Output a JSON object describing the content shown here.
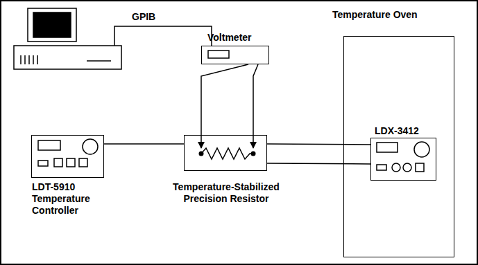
{
  "diagram": {
    "nodes": [
      {
        "text": [
          "Voltmeter"
        ]
      },
      {
        "text": [
          "Temperature Oven"
        ]
      },
      {
        "text": [
          "LDX-3412"
        ],
        "in": 1
      },
      {
        "text": [
          "LDT-5910",
          "Temperature Controller"
        ]
      },
      {
        "text": [
          "Temperature-Stabilized Precision Resistor"
        ]
      }
    ],
    "edges": [
      {
        "from": 3,
        "to": 4,
        "arrow": "none"
      },
      {
        "from": 4,
        "to": 2,
        "arrow": "none"
      },
      {
        "from": 2,
        "to": 4,
        "arrow": "none"
      },
      {
        "from": 0,
        "to": 4,
        "arrow": "to"
      },
      {
        "from": 0,
        "to": 4,
        "arrow": "to"
      }
    ],
    "labels": [
      "GPIB"
    ]
  }
}
